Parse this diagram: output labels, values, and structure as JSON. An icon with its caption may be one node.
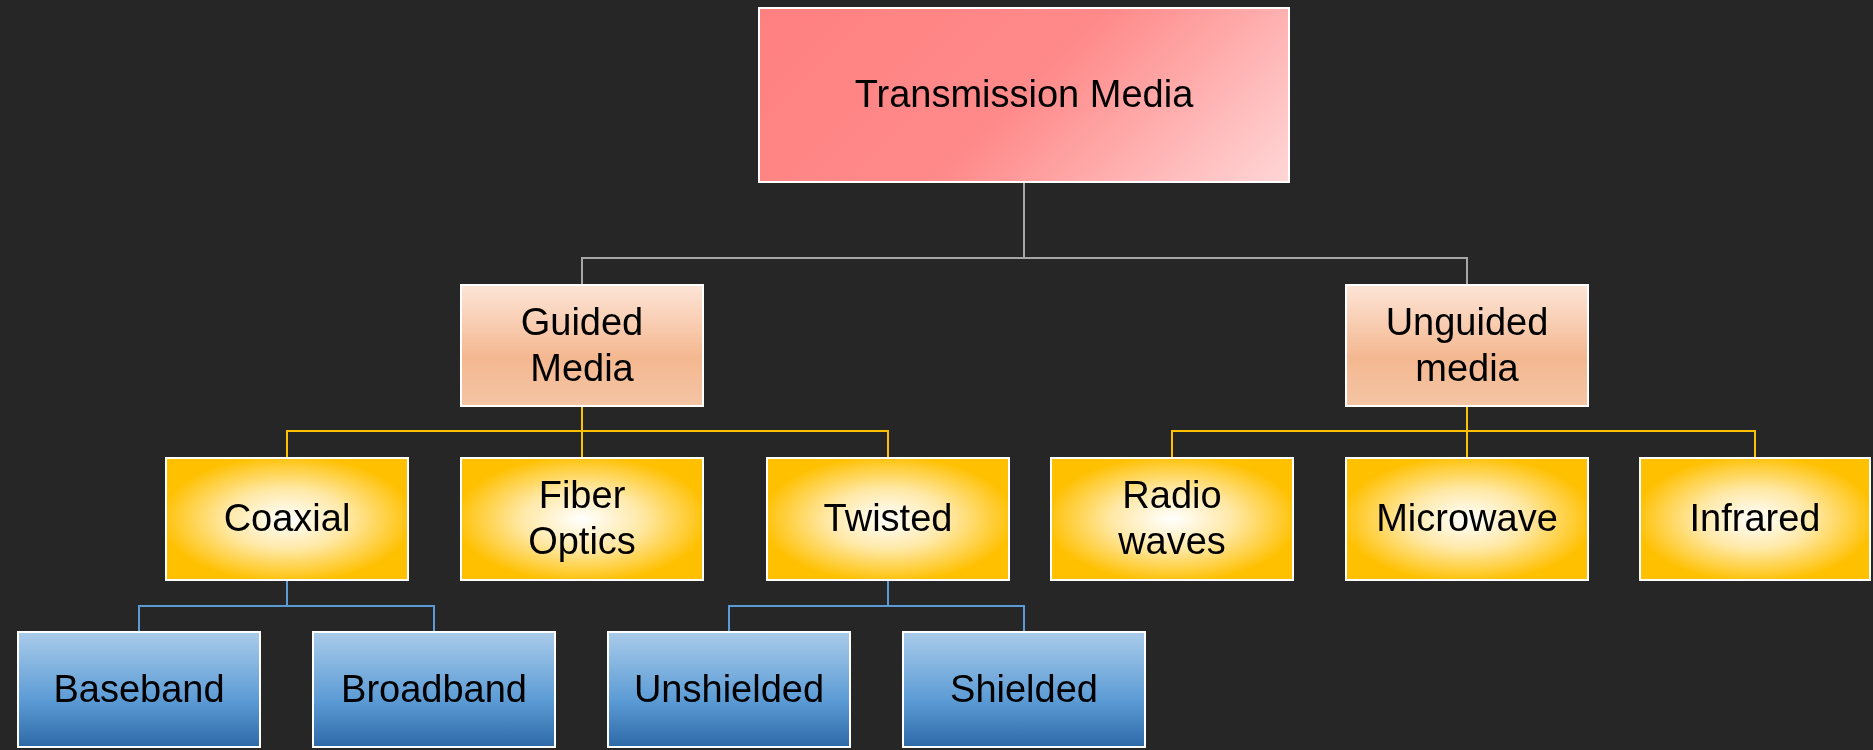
{
  "diagram": {
    "nodes": [
      {
        "text": [
          "Transmission Media"
        ]
      },
      {
        "text": [
          "Guided Media"
        ]
      },
      {
        "text": [
          "Unguided media"
        ]
      },
      {
        "text": [
          "Coaxial"
        ]
      },
      {
        "text": [
          "Fiber Optics"
        ]
      },
      {
        "text": [
          "Twisted"
        ]
      },
      {
        "text": [
          "Radio waves"
        ]
      },
      {
        "text": [
          "Microwave"
        ]
      },
      {
        "text": [
          "Infrared"
        ]
      },
      {
        "text": [
          "Baseband"
        ]
      },
      {
        "text": [
          "Broadband"
        ]
      },
      {
        "text": [
          "Unshielded"
        ]
      },
      {
        "text": [
          "Shielded"
        ]
      }
    ],
    "edges": [
      {
        "from": 0,
        "to": 1,
        "arrow": "none",
        "color": "#a6a6a6"
      },
      {
        "from": 0,
        "to": 2,
        "arrow": "none",
        "color": "#a6a6a6"
      },
      {
        "from": 1,
        "to": 3,
        "arrow": "none"
      },
      {
        "from": 1,
        "to": 4,
        "arrow": "none"
      },
      {
        "from": 1,
        "to": 5,
        "arrow": "none"
      },
      {
        "from": 2,
        "to": 6,
        "arrow": "none"
      },
      {
        "from": 2,
        "to": 7,
        "arrow": "none"
      },
      {
        "from": 2,
        "to": 8,
        "arrow": "none"
      },
      {
        "from": 3,
        "to": 9,
        "arrow": "none",
        "color": "#5b9bd5"
      },
      {
        "from": 3,
        "to": 10,
        "arrow": "none",
        "color": "#5b9bd5"
      },
      {
        "from": 5,
        "to": 11,
        "arrow": "none",
        "color": "#5b9bd5"
      },
      {
        "from": 5,
        "to": 12,
        "arrow": "none",
        "color": "#5b9bd5"
      }
    ]
  }
}
